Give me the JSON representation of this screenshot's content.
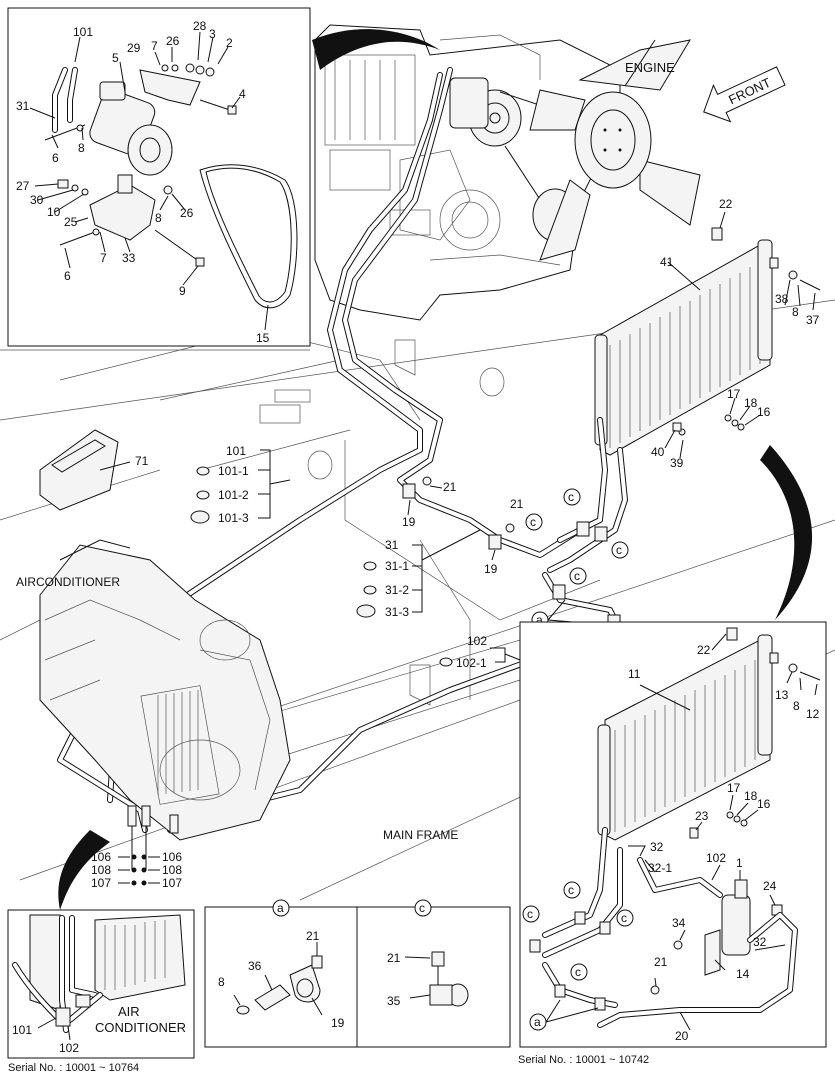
{
  "labels": {
    "engine": "ENGINE",
    "front": "FRONT",
    "airconditioner": "AIRCONDITIONER",
    "main_frame": "MAIN FRAME",
    "air_conditioner_line1": "AIR",
    "air_conditioner_line2": "CONDITIONER",
    "serial_left": "Serial No. : 10001 ~ 10764",
    "serial_right": "Serial No. : 10001 ~ 10742"
  },
  "inset_compressor": [
    "101",
    "5",
    "29",
    "7",
    "26",
    "28",
    "3",
    "2",
    "4",
    "31",
    "6",
    "8",
    "27",
    "30",
    "10",
    "25",
    "8",
    "26",
    "6",
    "7",
    "33",
    "9",
    "15"
  ],
  "condenser_upper": [
    "22",
    "41",
    "38",
    "8",
    "37",
    "17",
    "18",
    "16",
    "40",
    "39"
  ],
  "hoses_upper": [
    "101",
    "101-1",
    "101-2",
    "101-3",
    "71",
    "21",
    "19",
    "21",
    "31",
    "31-1",
    "31-2",
    "31-3",
    "19",
    "102",
    "102-1"
  ],
  "condenser_lower": [
    "22",
    "11",
    "13",
    "8",
    "12",
    "17",
    "18",
    "16",
    "23",
    "32",
    "32-1",
    "102",
    "1",
    "24",
    "34",
    "32",
    "21",
    "14",
    "20"
  ],
  "fittings_left": [
    "106",
    "106",
    "108",
    "108",
    "107",
    "107"
  ],
  "inset_bottom_left": [
    "101",
    "102"
  ],
  "detail_a": {
    "badge": "a",
    "parts": [
      "21",
      "36",
      "8",
      "19"
    ]
  },
  "detail_c": {
    "badge": "c",
    "parts": [
      "21",
      "35"
    ]
  },
  "callout_letters": [
    "a",
    "c"
  ],
  "colors": {
    "line": "#111111",
    "background": "#ffffff"
  }
}
